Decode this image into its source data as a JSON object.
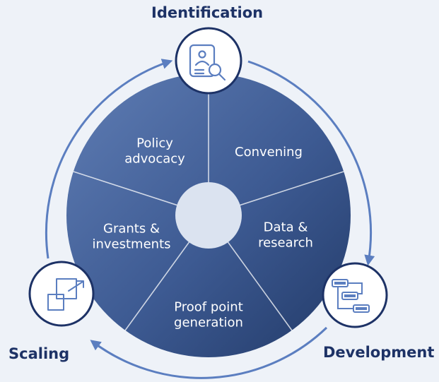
{
  "diagram": {
    "stages": {
      "identification": "Identification",
      "development": "Development",
      "scaling": "Scaling"
    },
    "segments": {
      "policy_advocacy": [
        "Policy",
        "advocacy"
      ],
      "convening": [
        "Convening"
      ],
      "data_research": [
        "Data &",
        "research"
      ],
      "proof_point": [
        "Proof point",
        "generation"
      ],
      "grants_investments": [
        "Grants &",
        "investments"
      ]
    },
    "icons": {
      "identification": "profile-search-icon",
      "development": "workflow-icon",
      "scaling": "scale-up-icon"
    },
    "colors": {
      "wheel_light": "#5f7db4",
      "wheel_dark": "#223a68",
      "accent": "#5b7ec0",
      "label": "#1d3266",
      "hub": "#dbe3f0",
      "background": "#eef2f8"
    }
  }
}
